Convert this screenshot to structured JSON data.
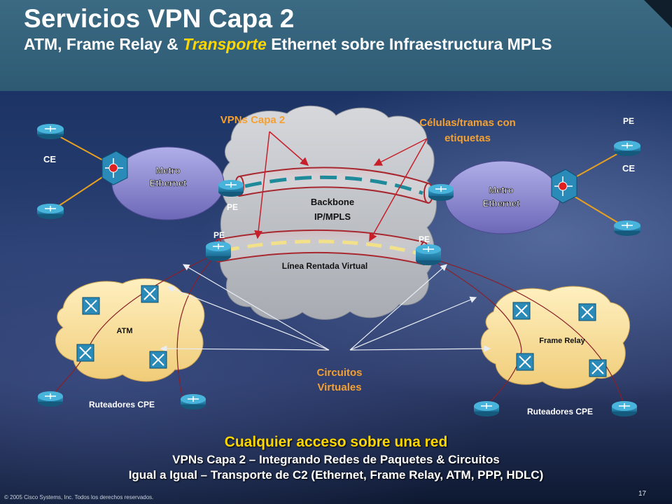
{
  "title": "Servicios VPN Capa 2",
  "subtitle": {
    "part1": "ATM, Frame Relay & ",
    "highlight": "Transporte",
    "part2": " Ethernet sobre Infraestructura MPLS"
  },
  "diagram": {
    "callout_vpns": "VPNs Capa 2",
    "callout_cells_line1": "Células/tramas con",
    "callout_cells_line2": "etiquetas",
    "callout_circuits_line1": "Circuitos",
    "callout_circuits_line2": "Virtuales",
    "backbone_line1": "Backbone",
    "backbone_line2": "IP/MPLS",
    "leased_line": "Línea Rentada Virtual",
    "metro_ethernet_line1": "Metro",
    "metro_ethernet_line2": "Ethernet",
    "pe": "PE",
    "ce": "CE",
    "atm": "ATM",
    "frame_relay": "Frame Relay",
    "cpe_routers": "Ruteadores CPE"
  },
  "footer": {
    "main": "Cualquier acceso sobre una red",
    "line1": "VPNs Capa 2 – Integrando Redes de Paquetes & Circuitos",
    "line2": "Igual a Igual – Transporte de C2 (Ethernet, Frame Relay, ATM, PPP, HDLC)"
  },
  "copyright": "© 2005 Cisco Systems, Inc. Todos los derechos reservados.",
  "page_number": "17",
  "colors": {
    "header_bg": "#3b6a83",
    "accent_yellow": "#ffd700",
    "callout_orange": "#f5a030",
    "tunnel_red": "#a82830",
    "dash_teal": "#1f8a9a",
    "dash_yellow": "#f2e08a",
    "cloud_gray": "#bcc0c6",
    "access_cloud": "#f8e0a0",
    "metro_purple": "#8c88d0"
  }
}
